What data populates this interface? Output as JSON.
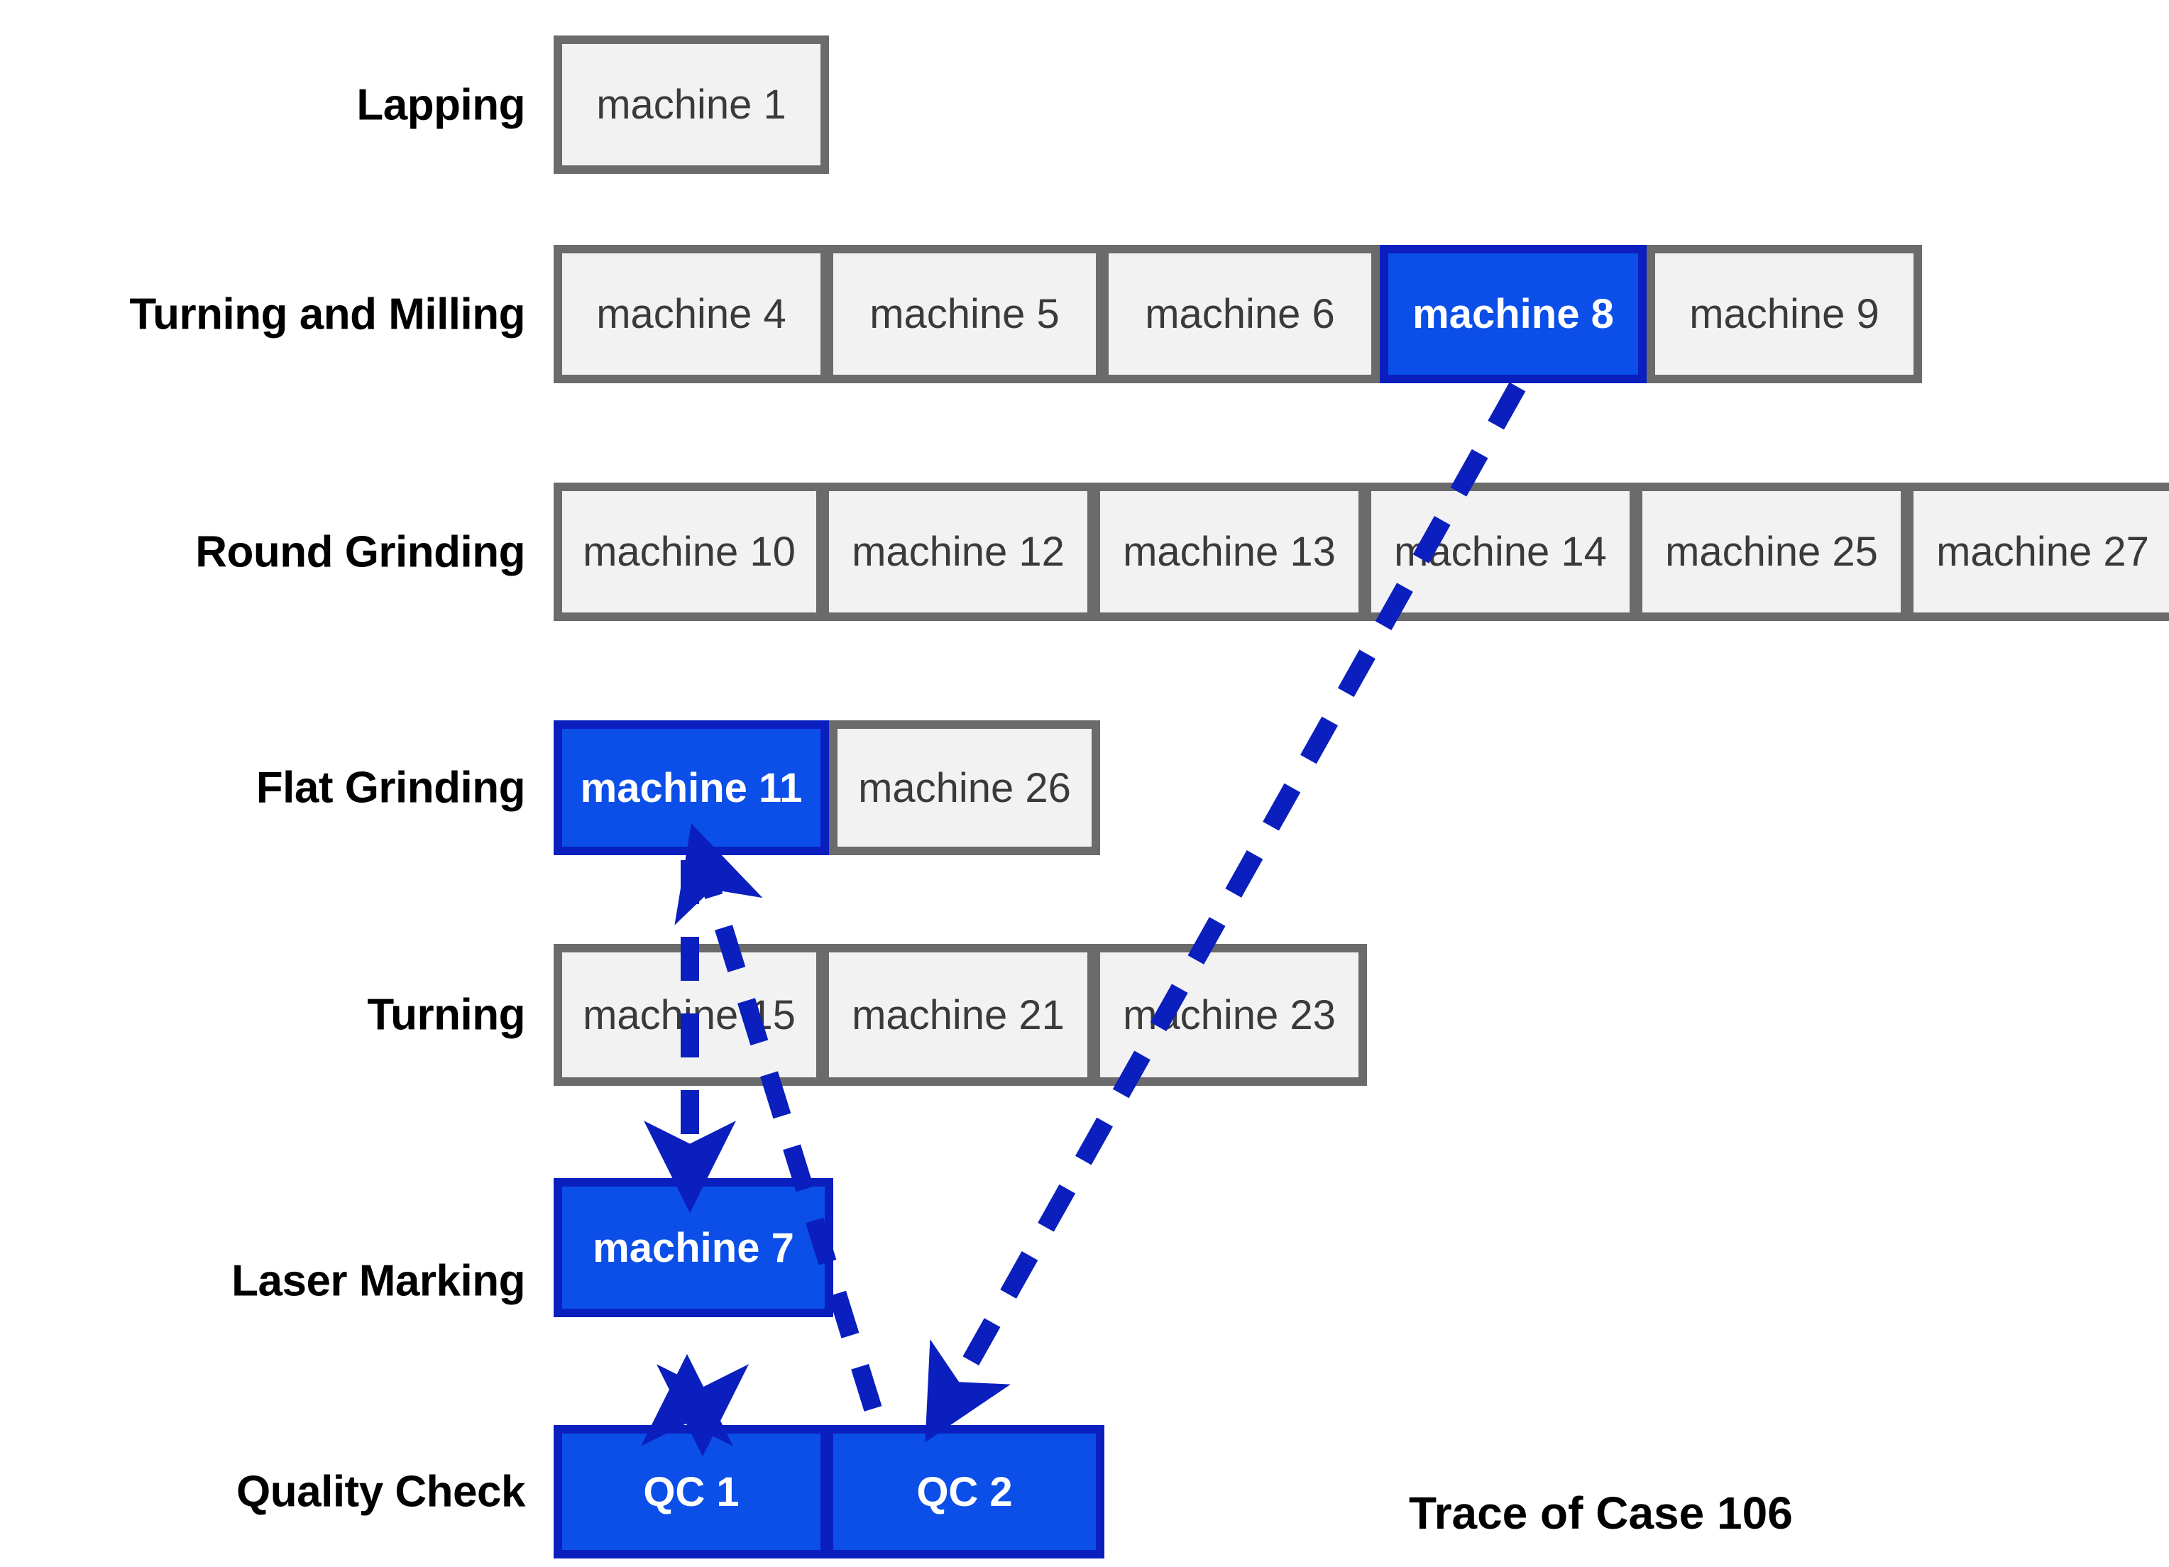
{
  "diagram": {
    "caption": "Trace of Case 106",
    "colors": {
      "highlight_fill": "#0B4FE8",
      "highlight_border": "#0A1FBE",
      "box_fill": "#F2F2F2",
      "box_border": "#6B6B6B",
      "arrow": "#0A1FBE",
      "text": "#3A3A3A",
      "highlight_text": "#FFFFFF",
      "label_text": "#000000",
      "background": "#FFFFFF"
    },
    "rows": [
      {
        "id": "lapping",
        "label": "Lapping",
        "boxes": [
          {
            "label": "machine 1",
            "highlighted": false
          }
        ]
      },
      {
        "id": "turning-and-milling",
        "label": "Turning and Milling",
        "boxes": [
          {
            "label": "machine 4",
            "highlighted": false
          },
          {
            "label": "machine 5",
            "highlighted": false
          },
          {
            "label": "machine 6",
            "highlighted": false
          },
          {
            "label": "machine 8",
            "highlighted": true
          },
          {
            "label": "machine 9",
            "highlighted": false
          }
        ]
      },
      {
        "id": "round-grinding",
        "label": "Round Grinding",
        "boxes": [
          {
            "label": "machine 10",
            "highlighted": false
          },
          {
            "label": "machine 12",
            "highlighted": false
          },
          {
            "label": "machine 13",
            "highlighted": false
          },
          {
            "label": "machine 14",
            "highlighted": false
          },
          {
            "label": "machine 25",
            "highlighted": false
          },
          {
            "label": "machine 27",
            "highlighted": false
          }
        ]
      },
      {
        "id": "flat-grinding",
        "label": "Flat Grinding",
        "boxes": [
          {
            "label": "machine 11",
            "highlighted": true
          },
          {
            "label": "machine 26",
            "highlighted": false
          }
        ]
      },
      {
        "id": "turning",
        "label": "Turning",
        "boxes": [
          {
            "label": "machine 15",
            "highlighted": false
          },
          {
            "label": "machine 21",
            "highlighted": false
          },
          {
            "label": "machine 23",
            "highlighted": false
          }
        ]
      },
      {
        "id": "laser-marking",
        "label": "Laser Marking",
        "boxes": [
          {
            "label": "machine 7",
            "highlighted": true
          }
        ]
      },
      {
        "id": "quality-check",
        "label": "Quality Check",
        "boxes": [
          {
            "label": "QC 1",
            "highlighted": true
          },
          {
            "label": "QC 2",
            "highlighted": true
          }
        ]
      }
    ],
    "trace_edges": [
      {
        "from": "machine 8",
        "to": "QC 2"
      },
      {
        "from": "QC 1",
        "to": "machine 11"
      },
      {
        "from": "machine 7",
        "to": "QC 1"
      },
      {
        "from": "QC 1",
        "to": "machine 7"
      },
      {
        "from": "machine 11",
        "to": "machine 7"
      }
    ]
  }
}
